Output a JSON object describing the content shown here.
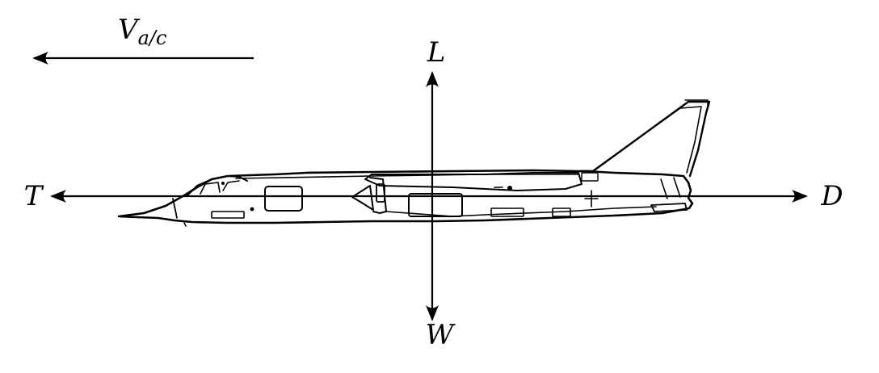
{
  "velocity": {
    "symbol": "V",
    "subscript": "a/c"
  },
  "forces": {
    "lift": "L",
    "weight": "W",
    "thrust": "T",
    "drag": "D"
  },
  "colors": {
    "ink": "#000000",
    "background": "#ffffff"
  }
}
